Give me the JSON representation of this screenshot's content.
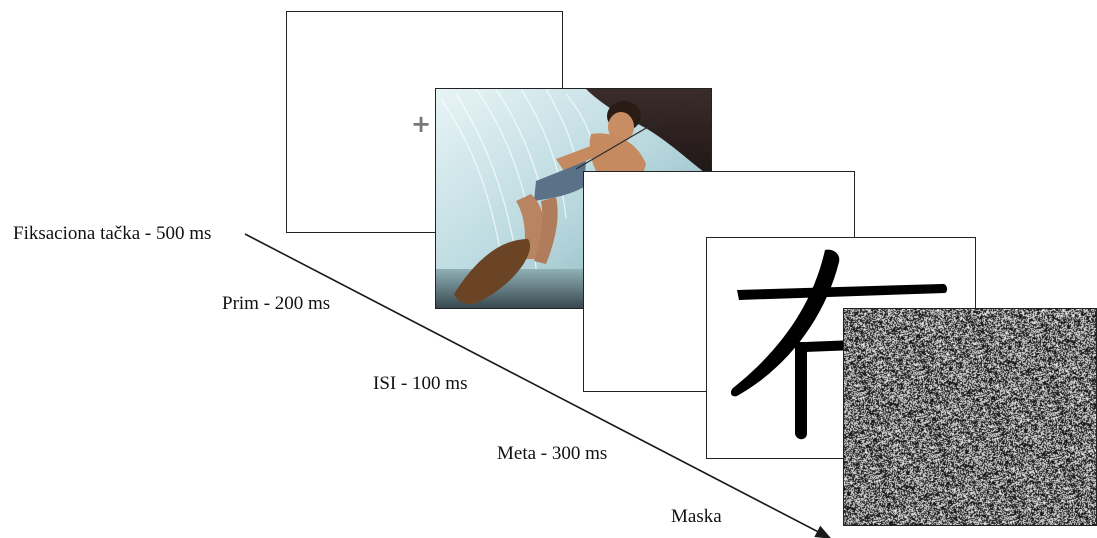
{
  "stages": [
    {
      "id": "fixation",
      "label": "Fiksaciona tačka - 500 ms",
      "content": "+"
    },
    {
      "id": "prime",
      "label": "Prim - 200 ms",
      "content": "water-skier-photo"
    },
    {
      "id": "isi",
      "label": "ISI - 100 ms",
      "content": "blank"
    },
    {
      "id": "target",
      "label": "Meta - 300 ms",
      "content": "布"
    },
    {
      "id": "mask",
      "label": "Maska",
      "content": "noise-mask"
    }
  ],
  "colors": {
    "line": "#1a1a1a",
    "fixation_cross": "#777777",
    "character": "#000000"
  }
}
